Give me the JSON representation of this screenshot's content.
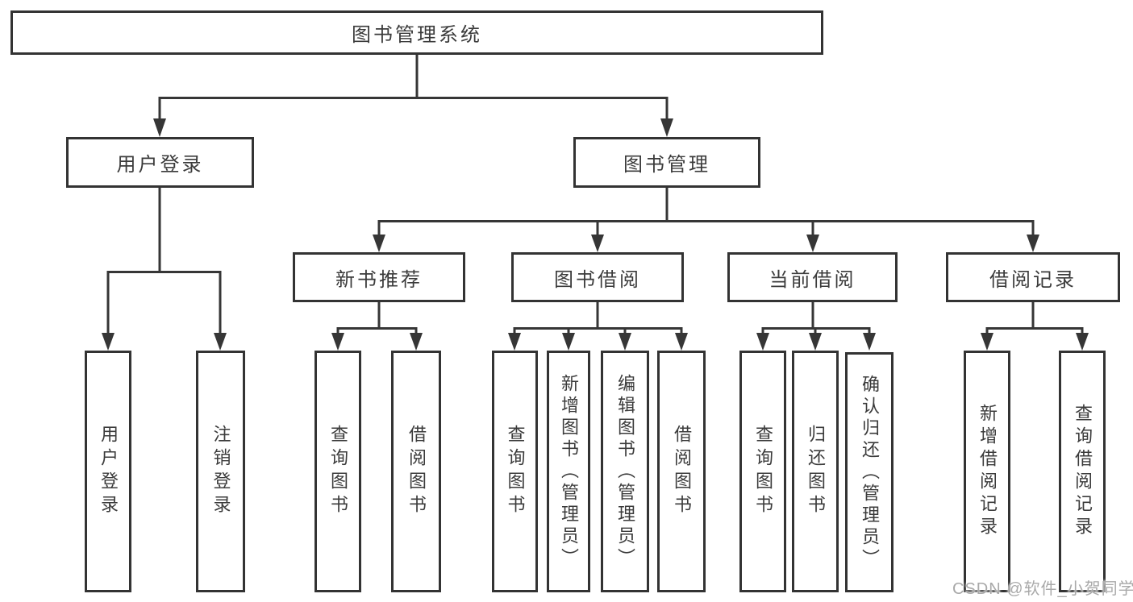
{
  "diagram": {
    "title": "图书管理系统",
    "branches": {
      "user": {
        "label": "用户登录",
        "children": [
          "用户登录",
          "注销登录"
        ]
      },
      "book": {
        "label": "图书管理",
        "groups": {
          "recommend": {
            "label": "新书推荐",
            "children": [
              "查询图书",
              "借阅图书"
            ]
          },
          "borrow": {
            "label": "图书借阅",
            "children": [
              "查询图书",
              "新增图书（管理员）",
              "编辑图书（管理员）",
              "借阅图书"
            ]
          },
          "current": {
            "label": "当前借阅",
            "children": [
              "查询图书",
              "归还图书",
              "确认归还（管理员）"
            ]
          },
          "records": {
            "label": "借阅记录",
            "children": [
              "新增借阅记录",
              "查询借阅记录"
            ]
          }
        }
      }
    }
  },
  "watermark": "CSDN @软件_小贺同学",
  "colors": {
    "line": "#363636",
    "border": "#333333",
    "text": "#3b3b3b",
    "watermark": "#a9a9a9"
  }
}
